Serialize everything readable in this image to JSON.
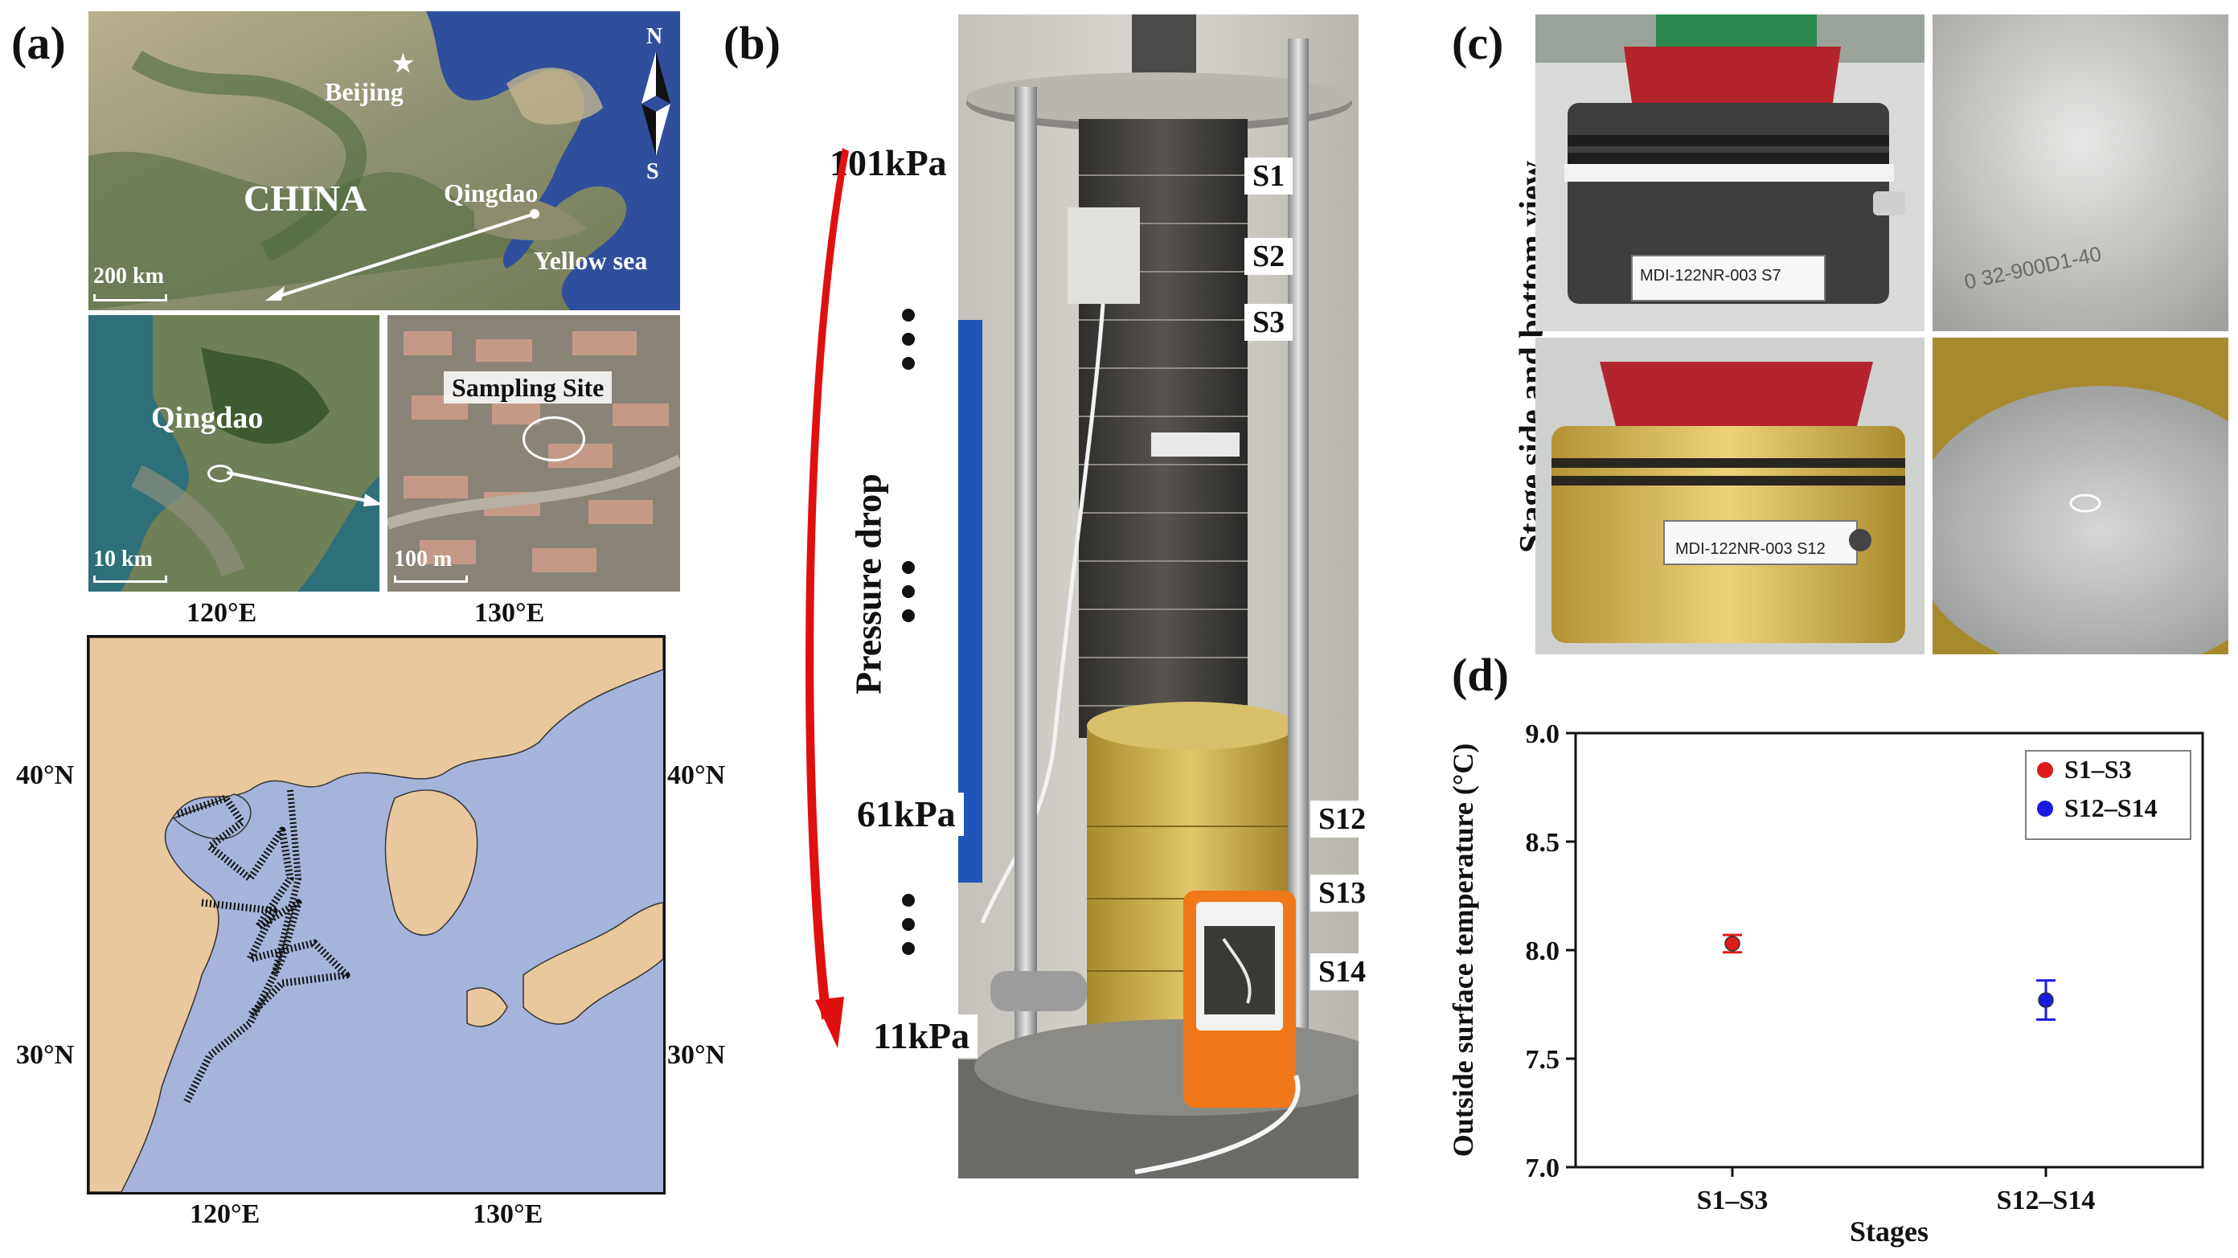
{
  "panels": {
    "a": {
      "label": "(a)",
      "top_map": {
        "beijing": "Beijing",
        "china": "CHINA",
        "qingdao": "Qingdao",
        "yellow_sea": "Yellow sea",
        "compass_n": "N",
        "compass_s": "S",
        "scale": "200 km"
      },
      "mid_left_map": {
        "qingdao": "Qingdao",
        "scale": "10 km"
      },
      "mid_right_map": {
        "site": "Sampling Site",
        "scale": "100 m"
      },
      "lon_labels_mid": [
        "120°E",
        "130°E"
      ],
      "cruise_map": {
        "lat_labels_left": [
          "40°N",
          "30°N"
        ],
        "lat_labels_right": [
          "40°N",
          "30°N"
        ],
        "lon_labels": [
          "120°E",
          "130°E"
        ],
        "land_color": "#e8c89c",
        "sea_color": "#a6b4dc"
      }
    },
    "b": {
      "label": "(b)",
      "pressure_labels": [
        "101kPa",
        "61kPa",
        "11kPa"
      ],
      "side_text": "Pressure drop",
      "stage_labels": [
        "S1",
        "S2",
        "S3",
        "S12",
        "S13",
        "S14"
      ],
      "arrow_color": "#e01010"
    },
    "c": {
      "label": "(c)",
      "side_text": "Stage side and bottom view",
      "tag_top": "MDI-122NR-003 S7",
      "tag_bottom": "MDI-122NR-003 S12",
      "engraving": "0 32-900D1-40"
    },
    "d": {
      "label": "(d)"
    }
  },
  "chart_data": {
    "type": "scatter",
    "title": "",
    "xlabel": "Stages",
    "ylabel": "Outside surface temperature (°C)",
    "categories": [
      "S1–S3",
      "S12–S14"
    ],
    "ylim": [
      7.0,
      9.0
    ],
    "yticks": [
      "7.0",
      "7.5",
      "8.0",
      "8.5",
      "9.0"
    ],
    "legend_position": "top-right",
    "series": [
      {
        "name": "S1–S3",
        "category": "S1–S3",
        "value": 8.03,
        "error": 0.04,
        "color": "#e01b1b"
      },
      {
        "name": "S12–S14",
        "category": "S12–S14",
        "value": 7.77,
        "error": 0.09,
        "color": "#1a1ae0"
      }
    ]
  }
}
